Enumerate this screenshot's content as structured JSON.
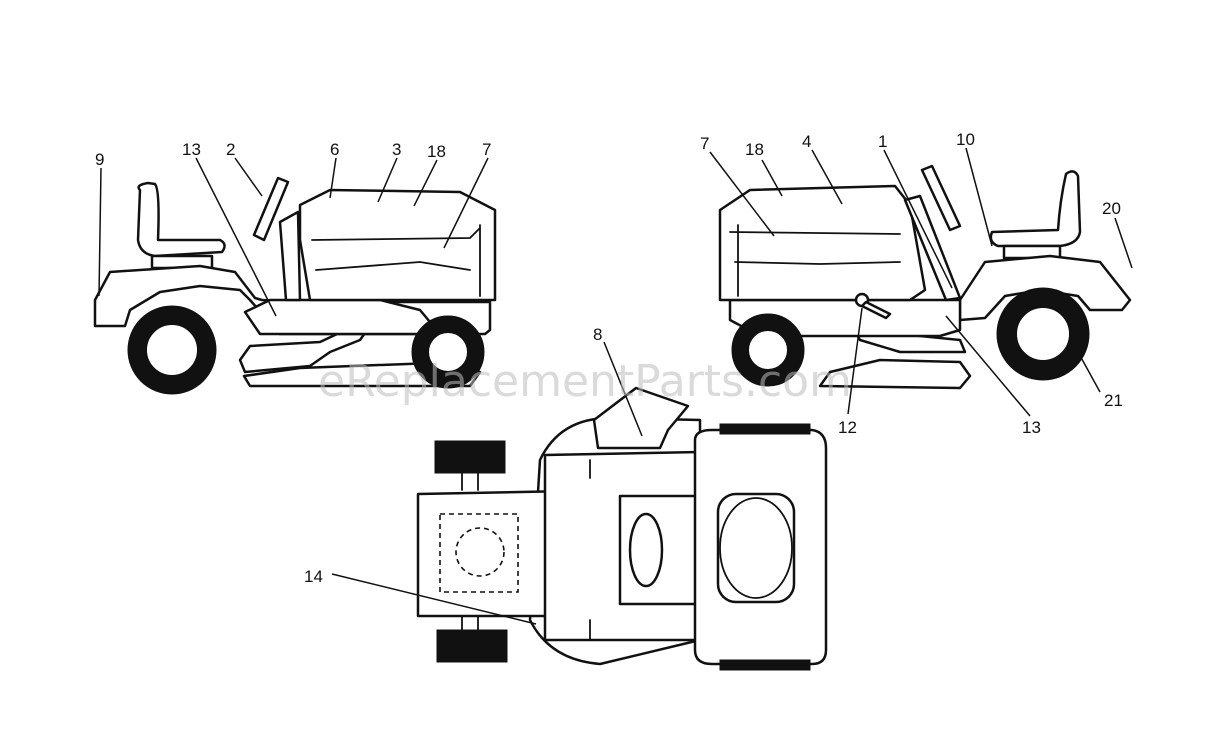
{
  "diagram": {
    "watermark": "eReplacementParts.com",
    "left_view_callouts": [
      "9",
      "13",
      "2",
      "6",
      "3",
      "18",
      "7"
    ],
    "right_view_callouts": [
      "7",
      "18",
      "4",
      "1",
      "10",
      "20",
      "21",
      "13",
      "12"
    ],
    "top_view_callouts": [
      "8",
      "14"
    ]
  }
}
